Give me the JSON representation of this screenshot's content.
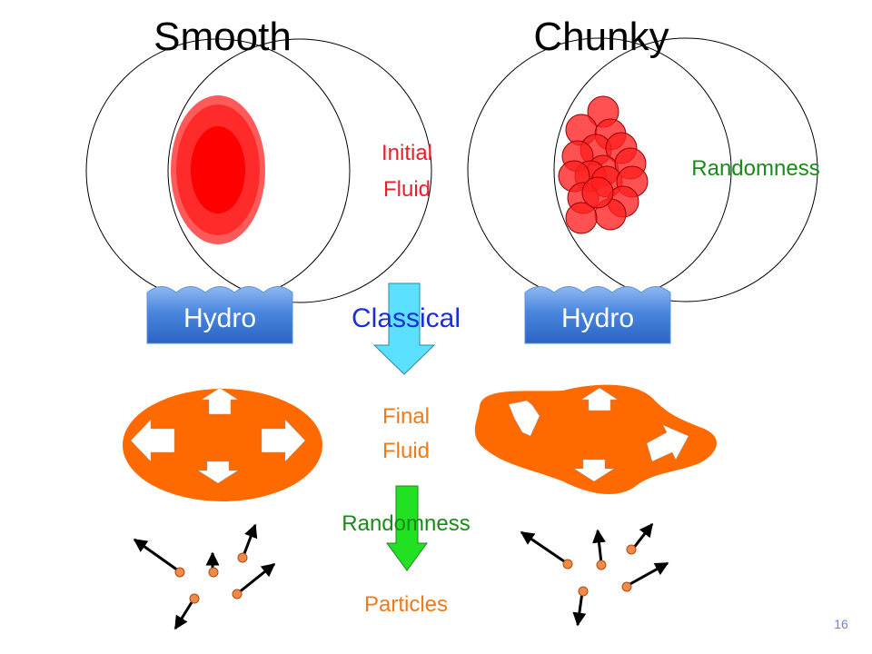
{
  "titles": {
    "smooth": "Smooth",
    "chunky": "Chunky"
  },
  "labels": {
    "initial_fluid_line1": "Initial",
    "initial_fluid_line2": "Fluid",
    "randomness_top": "Randomness",
    "classical": "Classical",
    "final_fluid_line1": "Final",
    "final_fluid_line2": "Fluid",
    "randomness_middle": "Randomness",
    "particles": "Particles"
  },
  "hydro_boxes": {
    "left": "Hydro",
    "right": "Hydro"
  },
  "page_number": "16",
  "colors": {
    "initial_fluid": "#e8202a",
    "randomness": "#1a8a1a",
    "final_fluid": "#f07a1a",
    "classical": "#1a2fd6",
    "hydro_box": "#3a78d8",
    "classical_arrow": "#5ce0ff",
    "randomness_arrow": "#22e022",
    "fluid_blob": "#ff6a00",
    "particle": "#f08a48"
  },
  "icons": [
    "cyan-down-arrow",
    "green-down-arrow",
    "white-flow-arrow",
    "particle-momentum-arrow"
  ]
}
